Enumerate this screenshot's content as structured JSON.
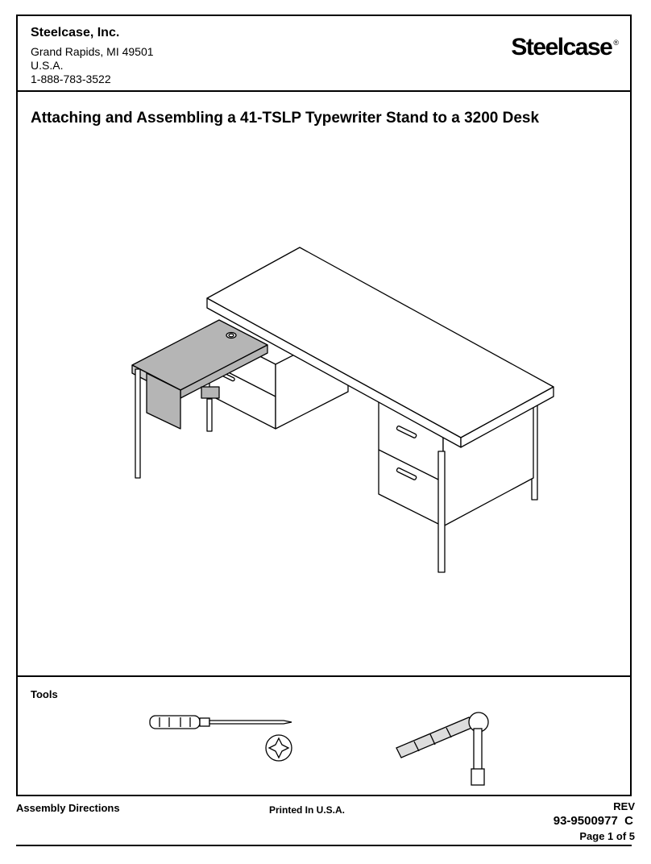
{
  "header": {
    "company": "Steelcase, Inc.",
    "address_line1": "Grand Rapids, MI 49501",
    "address_line2": "U.S.A.",
    "phone": "1-888-783-3522",
    "logo_text": "Steelcase",
    "logo_mark": "®"
  },
  "title": "Attaching and Assembling a 41-TSLP Typewriter Stand to a 3200 Desk",
  "illustration": {
    "icon": "desk-with-typewriter-stand-drawing",
    "stand_color": "#b5b5b5"
  },
  "tools": {
    "label": "Tools",
    "items": [
      {
        "icon": "phillips-screwdriver-icon"
      },
      {
        "icon": "ratchet-socket-wrench-icon"
      }
    ]
  },
  "footer": {
    "left": "Assembly Directions",
    "middle": "Printed In U.S.A.",
    "rev_label": "REV",
    "doc_number": "93-9500977  C",
    "page": "Page 1 of 5"
  }
}
